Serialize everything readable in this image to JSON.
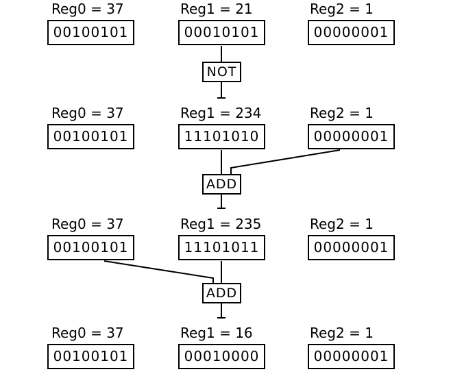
{
  "stages": [
    {
      "registers": [
        {
          "label": "Reg0 = 37",
          "bits": "00100101"
        },
        {
          "label": "Reg1 = 21",
          "bits": "00010101"
        },
        {
          "label": "Reg2 = 1",
          "bits": "00000001"
        }
      ]
    },
    {
      "registers": [
        {
          "label": "Reg0 = 37",
          "bits": "00100101"
        },
        {
          "label": "Reg1 = 234",
          "bits": "11101010"
        },
        {
          "label": "Reg2 = 1",
          "bits": "00000001"
        }
      ]
    },
    {
      "registers": [
        {
          "label": "Reg0 = 37",
          "bits": "00100101"
        },
        {
          "label": "Reg1 = 235",
          "bits": "11101011"
        },
        {
          "label": "Reg2 = 1",
          "bits": "00000001"
        }
      ]
    },
    {
      "registers": [
        {
          "label": "Reg0 = 37",
          "bits": "00100101"
        },
        {
          "label": "Reg1 = 16",
          "bits": "00010000"
        },
        {
          "label": "Reg2 = 1",
          "bits": "00000001"
        }
      ]
    }
  ],
  "operations": [
    {
      "label": "NOT"
    },
    {
      "label": "ADD"
    },
    {
      "label": "ADD"
    }
  ]
}
